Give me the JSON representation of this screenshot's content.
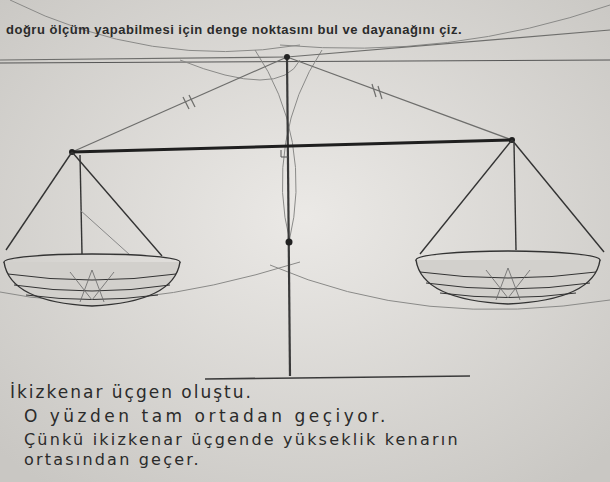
{
  "diagram": {
    "labels": [
      "doğru ölçüm yapabilmesi için denge noktasını bul ve dayanağını çiz.",
      "İkizkenar üçgen oluştu.",
      "O yüzden tam ortadan geçiyor.",
      "Çünkü ikizkenar üçgende yükseklik kenarın ortasından geçer."
    ]
  }
}
